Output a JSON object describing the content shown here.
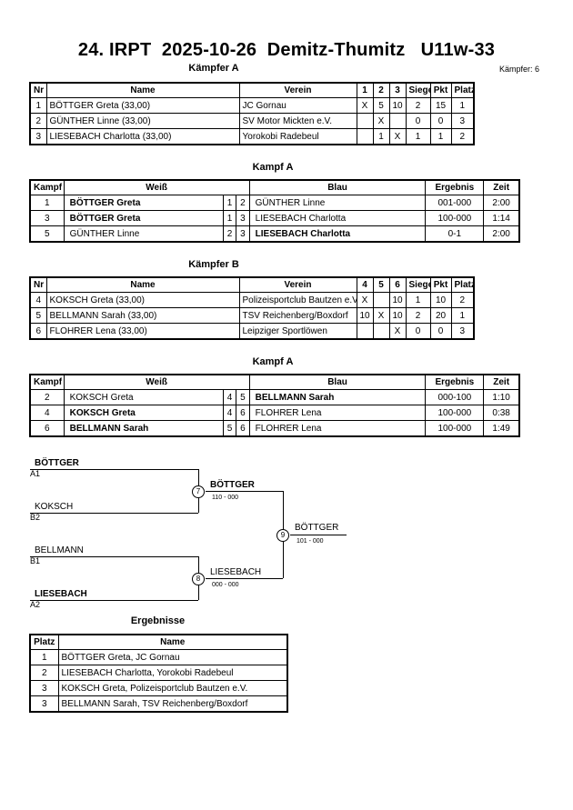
{
  "header": {
    "title": "24. IRPT  2025-10-26  Demitz-Thumitz   U11w-33",
    "fighter_count": "Kämpfer: 6"
  },
  "pool_a": {
    "caption": "Kämpfer A",
    "headers": [
      "Nr",
      "Name",
      "Verein",
      "1",
      "2",
      "3",
      "Siege",
      "Pkt",
      "Platz"
    ],
    "rows": [
      {
        "nr": "1",
        "name": "BÖTTGER  Greta  (33,00)",
        "club": "JC Gornau",
        "r1": "X",
        "r2": "5",
        "r3": "10",
        "wins": "2",
        "pts": "15",
        "place": "1"
      },
      {
        "nr": "2",
        "name": "GÜNTHER  Linne   (33,00)",
        "club": "SV Motor Mickten e.V.",
        "r1": "",
        "r2": "X",
        "r3": "",
        "wins": "0",
        "pts": "0",
        "place": "3"
      },
      {
        "nr": "3",
        "name": "LIESEBACH Charlotta  (33,00)",
        "club": "Yorokobi Radebeul",
        "r1": "",
        "r2": "1",
        "r3": "X",
        "wins": "1",
        "pts": "1",
        "place": "2"
      }
    ]
  },
  "fights_a": {
    "caption": "Kampf A",
    "headers": [
      "Kampf",
      "Weiß",
      "Blau",
      "Ergebnis",
      "Zeit"
    ],
    "rows": [
      {
        "no": "1",
        "white": "BÖTTGER  Greta",
        "wb": true,
        "w": "1",
        "b": "2",
        "blue": "GÜNTHER  Linne",
        "bb": false,
        "result": "001-000",
        "time": "2:00"
      },
      {
        "no": "3",
        "white": "BÖTTGER  Greta",
        "wb": true,
        "w": "1",
        "b": "3",
        "blue": "LIESEBACH Charlotta",
        "bb": false,
        "result": "100-000",
        "time": "1:14"
      },
      {
        "no": "5",
        "white": "GÜNTHER  Linne",
        "wb": false,
        "w": "2",
        "b": "3",
        "blue": "LIESEBACH Charlotta",
        "bb": true,
        "result": "0-1",
        "time": "2:00"
      }
    ]
  },
  "pool_b": {
    "caption": "Kämpfer B",
    "headers": [
      "Nr",
      "Name",
      "Verein",
      "4",
      "5",
      "6",
      "Siege",
      "Pkt",
      "Platz"
    ],
    "rows": [
      {
        "nr": "4",
        "name": "KOKSCH Greta  (33,00)",
        "club": "Polizeisportclub Bautzen e.V.",
        "r1": "X",
        "r2": "",
        "r3": "10",
        "wins": "1",
        "pts": "10",
        "place": "2"
      },
      {
        "nr": "5",
        "name": "BELLMANN Sarah  (33,00)",
        "club": "TSV Reichenberg/Boxdorf",
        "r1": "10",
        "r2": "X",
        "r3": "10",
        "wins": "2",
        "pts": "20",
        "place": "1"
      },
      {
        "nr": "6",
        "name": "FLOHRER Lena  (33,00)",
        "club": "Leipziger Sportlöwen",
        "r1": "",
        "r2": "",
        "r3": "X",
        "wins": "0",
        "pts": "0",
        "place": "3"
      }
    ]
  },
  "fights_b": {
    "caption": "Kampf A",
    "headers": [
      "Kampf",
      "Weiß",
      "Blau",
      "Ergebnis",
      "Zeit"
    ],
    "rows": [
      {
        "no": "2",
        "white": "KOKSCH Greta",
        "wb": false,
        "w": "4",
        "b": "5",
        "blue": "BELLMANN Sarah",
        "bb": true,
        "result": "000-100",
        "time": "1:10"
      },
      {
        "no": "4",
        "white": "KOKSCH Greta",
        "wb": true,
        "w": "4",
        "b": "6",
        "blue": "FLOHRER Lena",
        "bb": false,
        "result": "100-000",
        "time": "0:38"
      },
      {
        "no": "6",
        "white": "BELLMANN Sarah",
        "wb": true,
        "w": "5",
        "b": "6",
        "blue": "FLOHRER Lena",
        "bb": false,
        "result": "100-000",
        "time": "1:49"
      }
    ]
  },
  "bracket": {
    "semi1": {
      "top": "BÖTTGER",
      "top_seed": "A1",
      "bottom": "KOKSCH",
      "bottom_seed": "B2",
      "fight": "7",
      "winner": "BÖTTGER",
      "score": "110 - 000"
    },
    "semi2": {
      "top": "BELLMANN",
      "top_seed": "B1",
      "bottom": "LIESEBACH",
      "bottom_seed": "A2",
      "fight": "8",
      "winner": "LIESEBACH",
      "score": "000 - 000"
    },
    "final": {
      "fight": "9",
      "winner": "BÖTTGER",
      "score": "101 - 000"
    }
  },
  "results": {
    "caption": "Ergebnisse",
    "headers": [
      "Platz",
      "Name"
    ],
    "rows": [
      {
        "place": "1",
        "name": "BÖTTGER  Greta, JC Gornau"
      },
      {
        "place": "2",
        "name": "LIESEBACH Charlotta, Yorokobi Radebeul"
      },
      {
        "place": "3",
        "name": "KOKSCH Greta, Polizeisportclub Bautzen e.V."
      },
      {
        "place": "3",
        "name": "BELLMANN Sarah, TSV Reichenberg/Boxdorf"
      }
    ]
  }
}
